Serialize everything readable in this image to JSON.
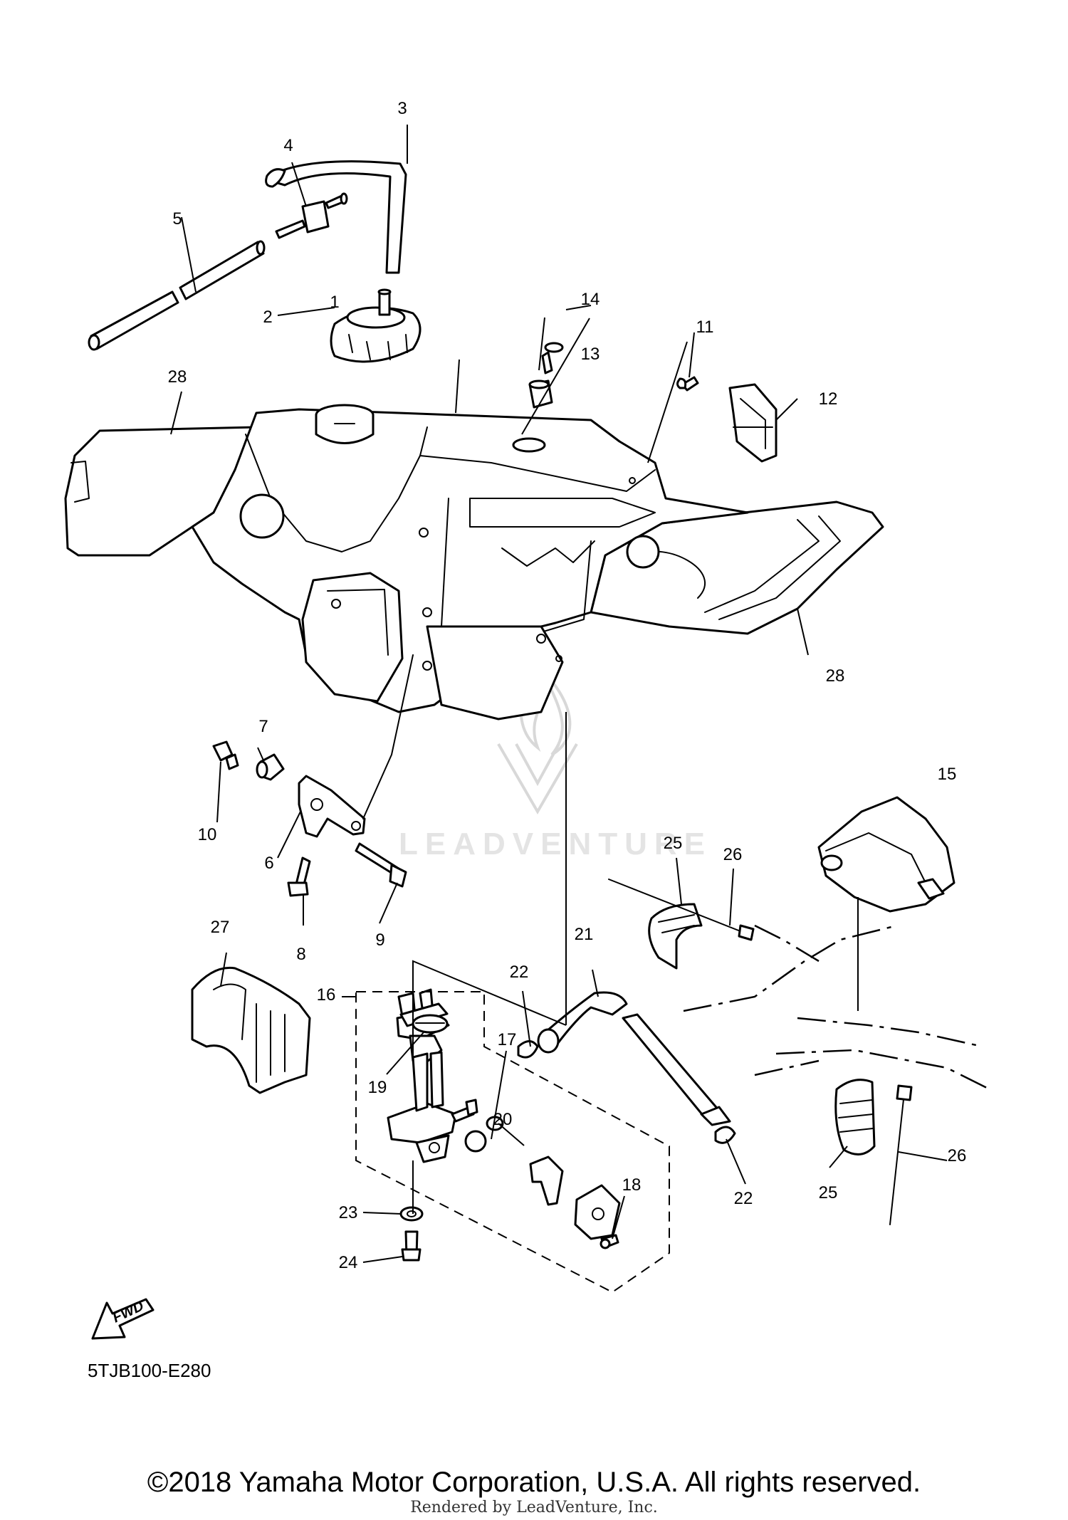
{
  "diagram": {
    "callouts": [
      "1",
      "2",
      "3",
      "4",
      "5",
      "6",
      "7",
      "8",
      "9",
      "10",
      "11",
      "12",
      "13",
      "14",
      "15",
      "16",
      "17",
      "18",
      "19",
      "20",
      "21",
      "22",
      "22",
      "23",
      "24",
      "25",
      "25",
      "26",
      "26",
      "27",
      "28",
      "28"
    ],
    "fwd_label": "FWD",
    "diagram_code": "5TJB100-E280",
    "watermark": "LEADVENTURE"
  },
  "footer": {
    "copyright": "©2018 Yamaha Motor Corporation, U.S.A. All rights reserved.",
    "rendered_by": "Rendered by LeadVenture, Inc."
  }
}
